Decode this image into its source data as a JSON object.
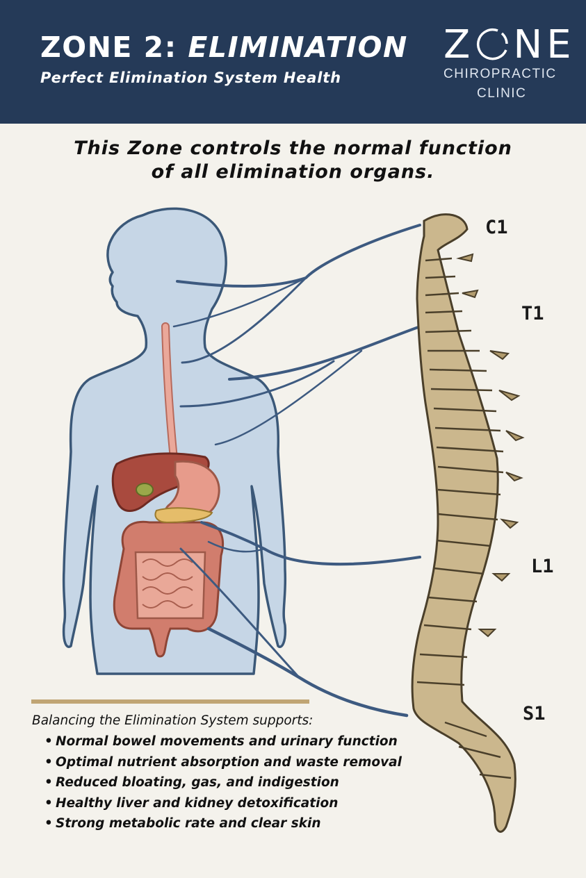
{
  "header": {
    "title_prefix": "ZONE 2: ",
    "title_emphasis": "ELIMINATION",
    "subtitle": "Perfect Elimination System Health",
    "bg_color": "#253a58"
  },
  "logo": {
    "word_start": "Z",
    "word_end": "NE",
    "line1": "CHIROPRACTIC",
    "line2": "CLINIC"
  },
  "tagline": {
    "line1": "This Zone controls the normal function",
    "line2": "of all elimination organs."
  },
  "vertebra_labels": {
    "c1": "C1",
    "t1": "T1",
    "l1": "L1",
    "s1": "S1"
  },
  "benefits": {
    "heading": "Balancing the Elimination System supports:",
    "bullet": "•",
    "items": [
      "Normal bowel movements and urinary function",
      "Optimal nutrient absorption and waste removal",
      "Reduced bloating, gas, and indigestion",
      "Healthy liver and kidney detoxification",
      "Strong metabolic rate and clear skin"
    ]
  },
  "colors": {
    "body_fill": "#c6d6e6",
    "body_outline": "#3b5878",
    "nerve_lines": "#3d5a80",
    "bone": "#cbb78d",
    "organs": "#d98a7c",
    "accent_rule": "#c0a574"
  }
}
